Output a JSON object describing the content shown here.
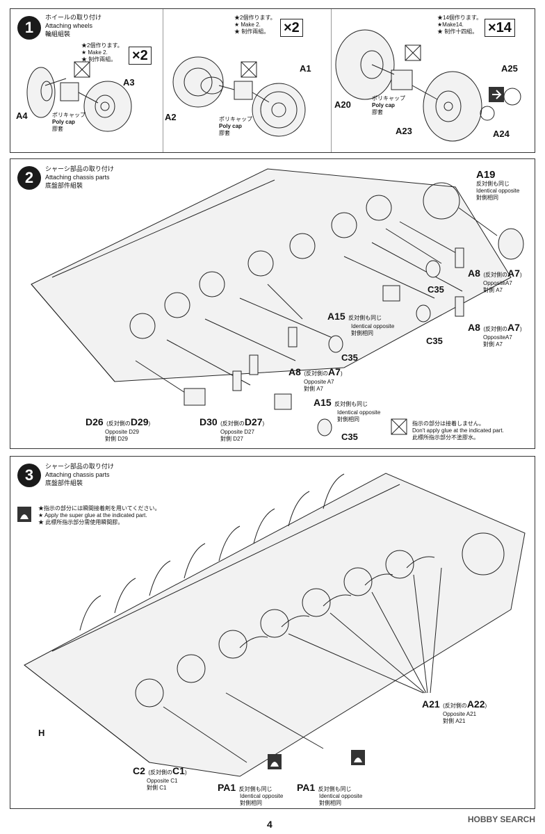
{
  "step1": {
    "number": "1",
    "title_jp": "ホイールの取り付け",
    "title_en": "Attaching wheels",
    "title_cn": "輪組組裝",
    "sub1": {
      "make_jp": "★2個作ります。",
      "make_en": "★ Make 2.",
      "make_cn": "★ 制作兩組。",
      "mult": "×2",
      "parts": [
        "A3",
        "A4"
      ]
    },
    "sub2": {
      "make_jp": "★2個作ります。",
      "make_en": "★ Make 2.",
      "make_cn": "★ 制作兩組。",
      "mult": "×2",
      "polycap_jp": "ポリキャップ",
      "polycap_en": "Poly cap",
      "polycap_cn": "膠套",
      "parts": [
        "A1",
        "A2"
      ]
    },
    "sub3": {
      "make_jp": "★14個作ります。",
      "make_en": "★Make14.",
      "make_cn": "★ 制作十四組。",
      "mult": "×14",
      "polycap_jp": "ポリキャップ",
      "polycap_en": "Poly cap",
      "polycap_cn": "膠套",
      "parts": [
        "A20",
        "A23",
        "A24",
        "A25"
      ]
    },
    "sub1_polycap": {
      "jp": "ポリキャップ",
      "en": "Poly cap",
      "cn": "膠套"
    }
  },
  "step2": {
    "number": "2",
    "title_jp": "シャーシ部品の取り付け",
    "title_en": "Attaching chassis parts",
    "title_cn": "底盤部件組裝",
    "a19": {
      "part": "A19",
      "jp": "反対側も同じ",
      "en": "Identical opposite",
      "cn": "對側相同"
    },
    "a8_top": {
      "part": "A8",
      "jp_pre": "(反対側の",
      "part2": "A7",
      "jp_post": ")",
      "en": "OppositeA7",
      "cn": "對側 A7"
    },
    "a8_mid": {
      "part": "A8",
      "jp_pre": "(反対側の",
      "part2": "A7",
      "jp_post": ")",
      "en": "OppositeA7",
      "cn": "對側 A7"
    },
    "a8_low": {
      "part": "A8",
      "jp_pre": "(反対側の",
      "part2": "A7",
      "jp_post": ")",
      "en": "Opposite A7",
      "cn": "對側 A7"
    },
    "c35": "C35",
    "a15": {
      "part": "A15",
      "jp": "反対側も同じ",
      "en": "Identical opposite",
      "cn": "對側相同"
    },
    "d26": {
      "part": "D26",
      "jp_pre": "(反対側の",
      "part2": "D29",
      "jp_post": ")",
      "en": "Opposite D29",
      "cn": "對側 D29"
    },
    "d30": {
      "part": "D30",
      "jp_pre": "(反対側の",
      "part2": "D27",
      "jp_post": ")",
      "en": "Opposite D27",
      "cn": "對側 D27"
    },
    "noglue": {
      "jp": "指示の部分は接着しません。",
      "en": "Don't apply glue at the indicated part.",
      "cn": "此標所指示部分不塗膠水。"
    }
  },
  "step3": {
    "number": "3",
    "title_jp": "シャーシ部品の取り付け",
    "title_en": "Attaching chassis parts",
    "title_cn": "底盤部件組裝",
    "glue_jp": "★指示の部分には瞬間接着剤を用いてください。",
    "glue_en": "★ Apply the super glue at the indicated part.",
    "glue_cn": "★ 此標所指示部分需使用瞬間膠。",
    "h": "H",
    "a21": {
      "part": "A21",
      "jp_pre": "(反対側の",
      "part2": "A22",
      "jp_post": ")",
      "en": "Opposite A21",
      "cn": "對側 A21"
    },
    "c2": {
      "part": "C2",
      "jp_pre": "(反対側の",
      "part2": "C1",
      "jp_post": ")",
      "en": "Opposite C1",
      "cn": "對側 C1"
    },
    "pa1_left": {
      "part": "PA1",
      "jp": "反対側も同じ",
      "en": "Identical opposite",
      "cn": "對側相同"
    },
    "pa1_right": {
      "part": "PA1",
      "jp": "反対側も同じ",
      "en": "Identical opposite",
      "cn": "對側相同"
    }
  },
  "footer": {
    "page": "4",
    "watermark": "HOBBY SEARCH"
  }
}
